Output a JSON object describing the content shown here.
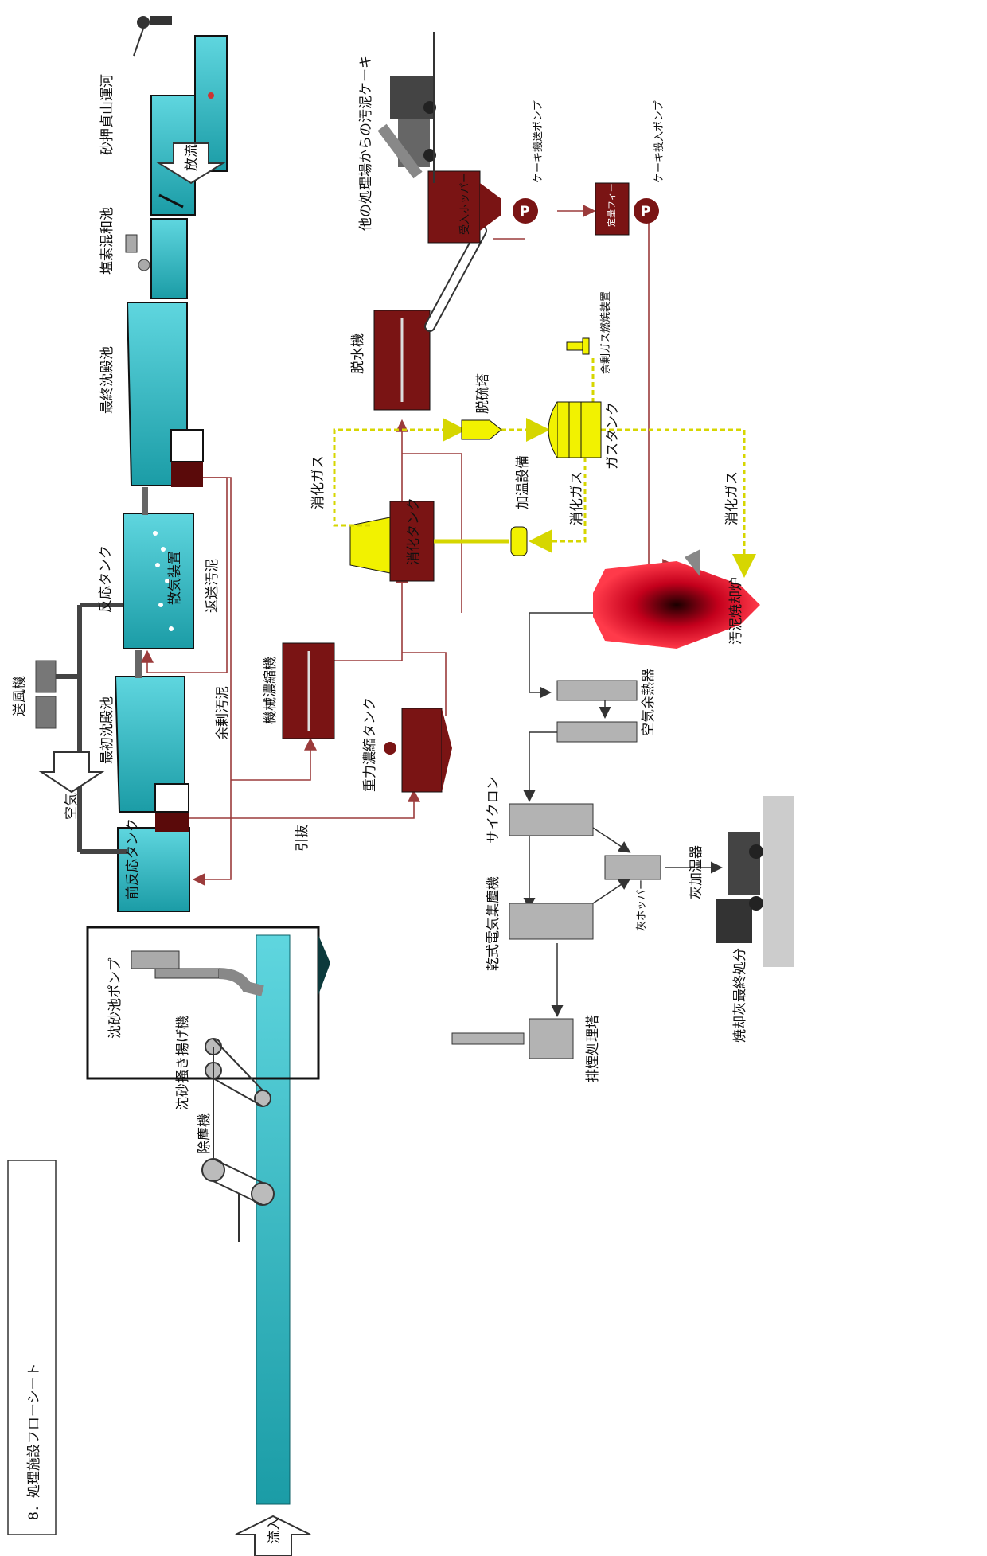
{
  "title": "8．処理施設フローシート",
  "flow_labels": {
    "inflow": "流入",
    "outflow": "放流",
    "air": "空気",
    "return_sludge": "返送汚泥",
    "excess_sludge": "余剰汚泥",
    "withdrawn_sludge": "引抜",
    "digestion_gas_1": "消化ガス",
    "digestion_gas_2": "消化ガス",
    "digestion_gas_3": "消化ガス",
    "external_cake": "他の処理場からの汚泥ケーキ",
    "final_disposal": "焼却灰最終処分"
  },
  "components": {
    "screen": "除塵機",
    "grit_scraper": "沈砂掻き揚げ機",
    "grit_pump": "沈砂池ポンプ",
    "pre_reaction_tank": "前反応タンク",
    "primary_settling": "最初沈殿池",
    "blower": "送風機",
    "reaction_tank": "反応タンク",
    "diffuser": "散気装置",
    "final_settling": "最終沈殿池",
    "chlorine_tank": "塩素混和池",
    "river": "砂押貞山運河",
    "mech_thickener": "機械濃縮機",
    "gravity_thickener": "重力濃縮タンク",
    "digestion_tank": "消化タンク",
    "dewatering": "脱水機",
    "heater": "加温設備",
    "desulfurizer": "脱硫塔",
    "gas_tank": "ガスタンク",
    "gas_burner": "余剰ガス燃焼装置",
    "receiving_hopper": "受入ホッパー",
    "cake_transfer_pump": "ケーキ搬送ポンプ",
    "feeder": "定量フィーダ",
    "cake_feed_pump": "ケーキ投入ポンプ",
    "pump_symbol": "P",
    "incinerator": "汚泥焼却炉",
    "air_preheater": "空気余熱器",
    "cyclone": "サイクロン",
    "esp": "乾式電気集塵機",
    "ash_hopper": "灰ホッパー",
    "ash_humidifier": "灰加湿器",
    "stack": "排煙処理塔"
  },
  "colors": {
    "water": "#35c3d0",
    "water_dark": "#12878f",
    "sludge": "#7a1414",
    "gas": "#f2f200",
    "gas_line": "#e3e300",
    "ash": "#b3b3b3",
    "red_line": "#9b3b3b",
    "furnace": "#d3102a"
  }
}
